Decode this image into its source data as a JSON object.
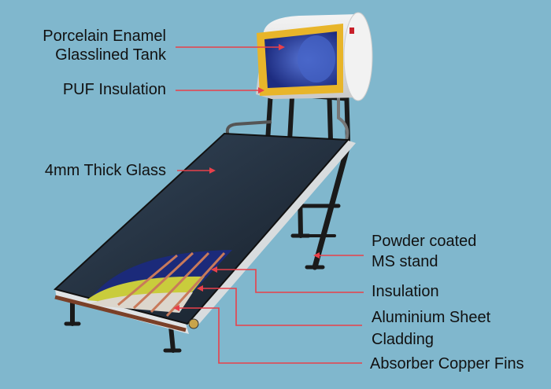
{
  "labels": {
    "tank_line1": "Porcelain Enamel",
    "tank_line2": "Glasslined Tank",
    "puf": "PUF Insulation",
    "glass": "4mm Thick Glass",
    "stand_line1": "Powder coated",
    "stand_line2": "MS stand",
    "insulation": "Insulation",
    "cladding_line1": "Aluminium Sheet",
    "cladding_line2": "Cladding",
    "fins": "Absorber Copper Fins"
  },
  "colors": {
    "background": "#80b7cd",
    "pointer": "#e8404a",
    "tank_insulation": "#e8b52a",
    "tank_lining": "#2a3f9a",
    "glass": "#1e2a38"
  }
}
